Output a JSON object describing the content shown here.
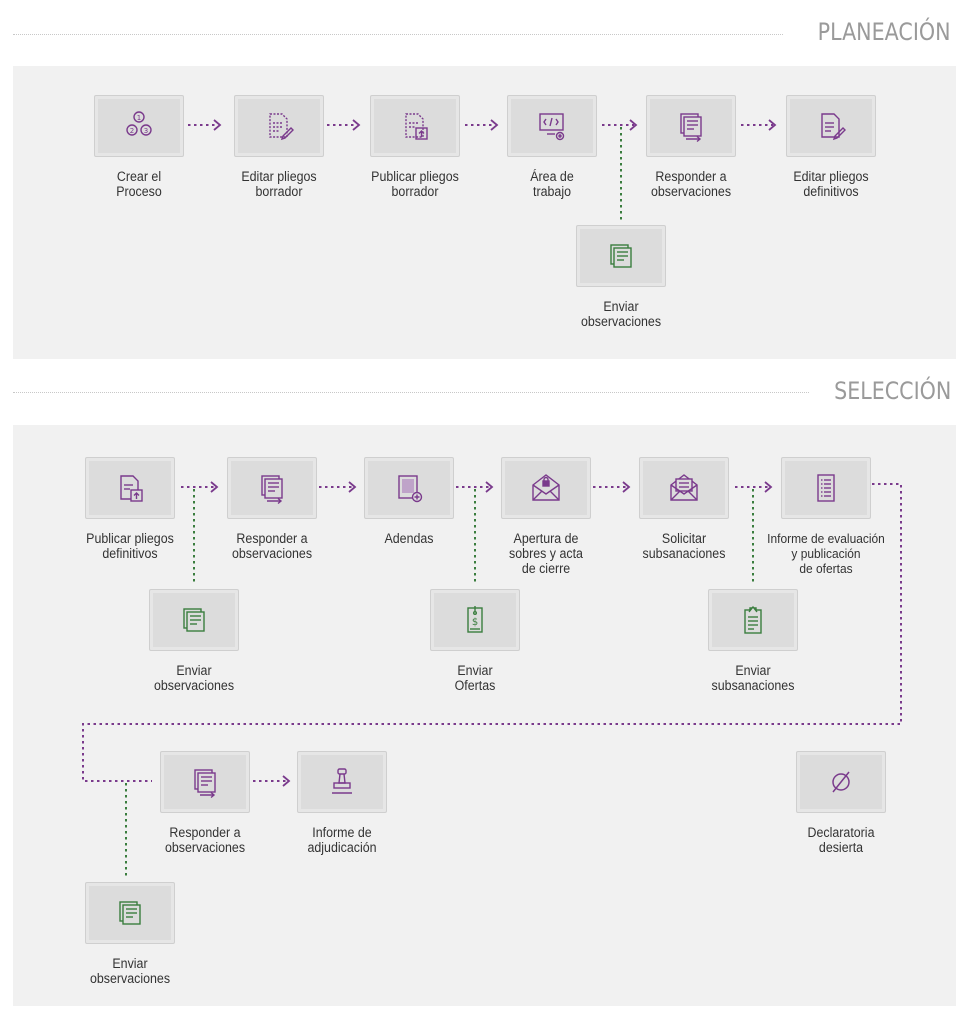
{
  "colors": {
    "purple": "#7a3a8c",
    "green": "#3a7d3e",
    "panel": "#f1f1f1",
    "box": "#dcdcdc"
  },
  "sections": {
    "planeacion": {
      "title": "PLANEACIÓN"
    },
    "seleccion": {
      "title": "SELECCIÓN"
    }
  },
  "nodes": {
    "crear_proceso": {
      "label": [
        "Crear el",
        "Proceso"
      ],
      "icon": "process-steps-icon",
      "color": "purple"
    },
    "editar_borrador": {
      "label": [
        "Editar pliegos",
        "borrador"
      ],
      "icon": "document-edit-icon",
      "color": "purple"
    },
    "publicar_borrador": {
      "label": [
        "Publicar pliegos",
        "borrador"
      ],
      "icon": "document-upload-icon",
      "color": "purple"
    },
    "area_trabajo": {
      "label": [
        "Área de",
        "trabajo"
      ],
      "icon": "code-settings-icon",
      "color": "purple"
    },
    "responder_obs_1": {
      "label": [
        "Responder a",
        "observaciones"
      ],
      "icon": "documents-reply-icon",
      "color": "purple"
    },
    "editar_definitivos": {
      "label": [
        "Editar pliegos",
        "definitivos"
      ],
      "icon": "document-edit-icon",
      "color": "purple"
    },
    "enviar_obs_1": {
      "label": [
        "Enviar",
        "observaciones"
      ],
      "icon": "documents-icon",
      "color": "green"
    },
    "publicar_definitivos": {
      "label": [
        "Publicar pliegos",
        "definitivos"
      ],
      "icon": "document-upload-icon",
      "color": "purple"
    },
    "responder_obs_2": {
      "label": [
        "Responder a",
        "observaciones"
      ],
      "icon": "documents-reply-icon",
      "color": "purple"
    },
    "adendas": {
      "label": [
        "Adendas"
      ],
      "icon": "document-add-icon",
      "color": "purple"
    },
    "apertura_sobres": {
      "label": [
        "Apertura de",
        "sobres y acta",
        "de cierre"
      ],
      "icon": "envelope-lock-icon",
      "color": "purple"
    },
    "solicitar_subsanaciones": {
      "label": [
        "Solicitar",
        "subsanaciones"
      ],
      "icon": "envelope-letter-icon",
      "color": "purple"
    },
    "informe_evaluacion": {
      "label": [
        "Informe de evaluación",
        "y publicación",
        "de ofertas"
      ],
      "icon": "checklist-icon",
      "color": "purple"
    },
    "enviar_obs_2": {
      "label": [
        "Enviar",
        "observaciones"
      ],
      "icon": "documents-icon",
      "color": "green"
    },
    "enviar_ofertas": {
      "label": [
        "Enviar",
        "Ofertas"
      ],
      "icon": "money-document-icon",
      "color": "green"
    },
    "enviar_subsanaciones": {
      "label": [
        "Enviar",
        "subsanaciones"
      ],
      "icon": "clipboard-icon",
      "color": "green"
    },
    "responder_obs_3": {
      "label": [
        "Responder a",
        "observaciones"
      ],
      "icon": "documents-reply-icon",
      "color": "purple"
    },
    "informe_adjudicacion": {
      "label": [
        "Informe de",
        "adjudicación"
      ],
      "icon": "stamp-icon",
      "color": "purple"
    },
    "declaratoria_desierta": {
      "label": [
        "Declaratoria",
        "desierta"
      ],
      "icon": "empty-set-icon",
      "color": "purple"
    },
    "enviar_obs_3": {
      "label": [
        "Enviar",
        "observaciones"
      ],
      "icon": "documents-icon",
      "color": "green"
    }
  }
}
